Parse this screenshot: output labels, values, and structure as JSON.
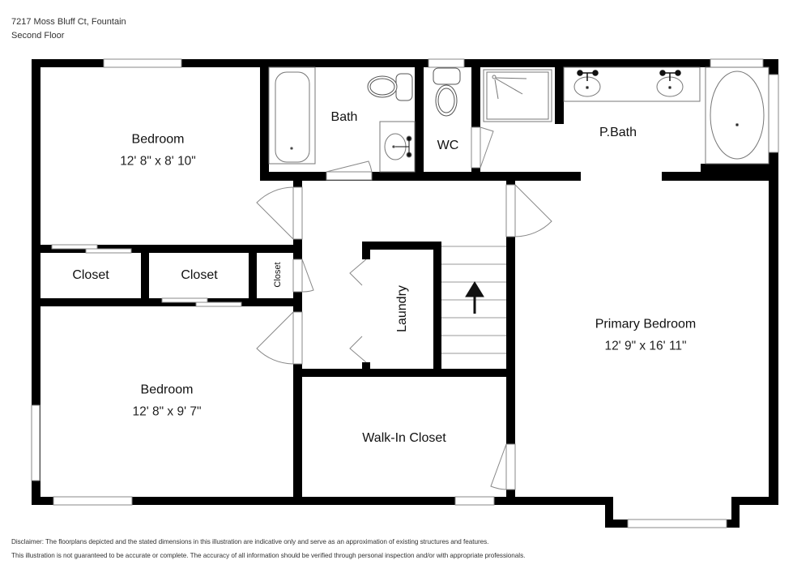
{
  "header": {
    "address": "7217 Moss Bluff Ct, Fountain",
    "floor": "Second Floor"
  },
  "rooms": {
    "bedroom_top": {
      "name": "Bedroom",
      "dims": "12' 8\" x 8' 10\""
    },
    "bath": {
      "name": "Bath"
    },
    "wc": {
      "name": "WC"
    },
    "pbath": {
      "name": "P.Bath"
    },
    "closet_left": {
      "name": "Closet"
    },
    "closet_mid": {
      "name": "Closet"
    },
    "closet_small": {
      "name": "Closet"
    },
    "laundry": {
      "name": "Laundry"
    },
    "bedroom_bottom": {
      "name": "Bedroom",
      "dims": "12' 8\" x 9' 7\""
    },
    "walkin": {
      "name": "Walk-In Closet"
    },
    "primary": {
      "name": "Primary Bedroom",
      "dims": "12' 9\" x 16' 11\""
    }
  },
  "icons": {
    "stairs_arrow": "arrow-up",
    "bathtub": "bathtub",
    "toilet": "toilet",
    "sink": "sink",
    "shower": "shower"
  },
  "colors": {
    "wall": "#000000",
    "fixture_line": "#777777",
    "background": "#ffffff"
  },
  "disclaimer": {
    "line1": "Disclaimer: The floorplans depicted and the stated dimensions in this illustration are indicative only and serve as an approximation of existing structures and features.",
    "line2": "This illustration is not guaranteed to be accurate or complete. The accuracy of all information should be verified through personal inspection and/or with appropriate professionals."
  }
}
